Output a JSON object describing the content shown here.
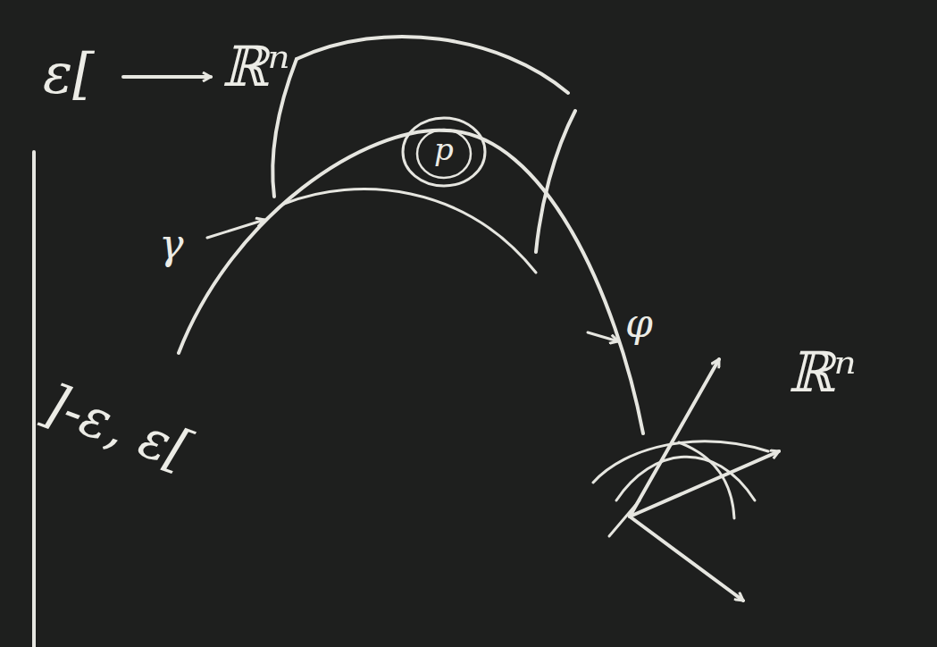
{
  "diagram": {
    "labels": [
      "ε[",
      "ℝⁿ",
      "γ",
      "p",
      "]-ε, ε[",
      "φ",
      "ℝⁿ"
    ]
  }
}
